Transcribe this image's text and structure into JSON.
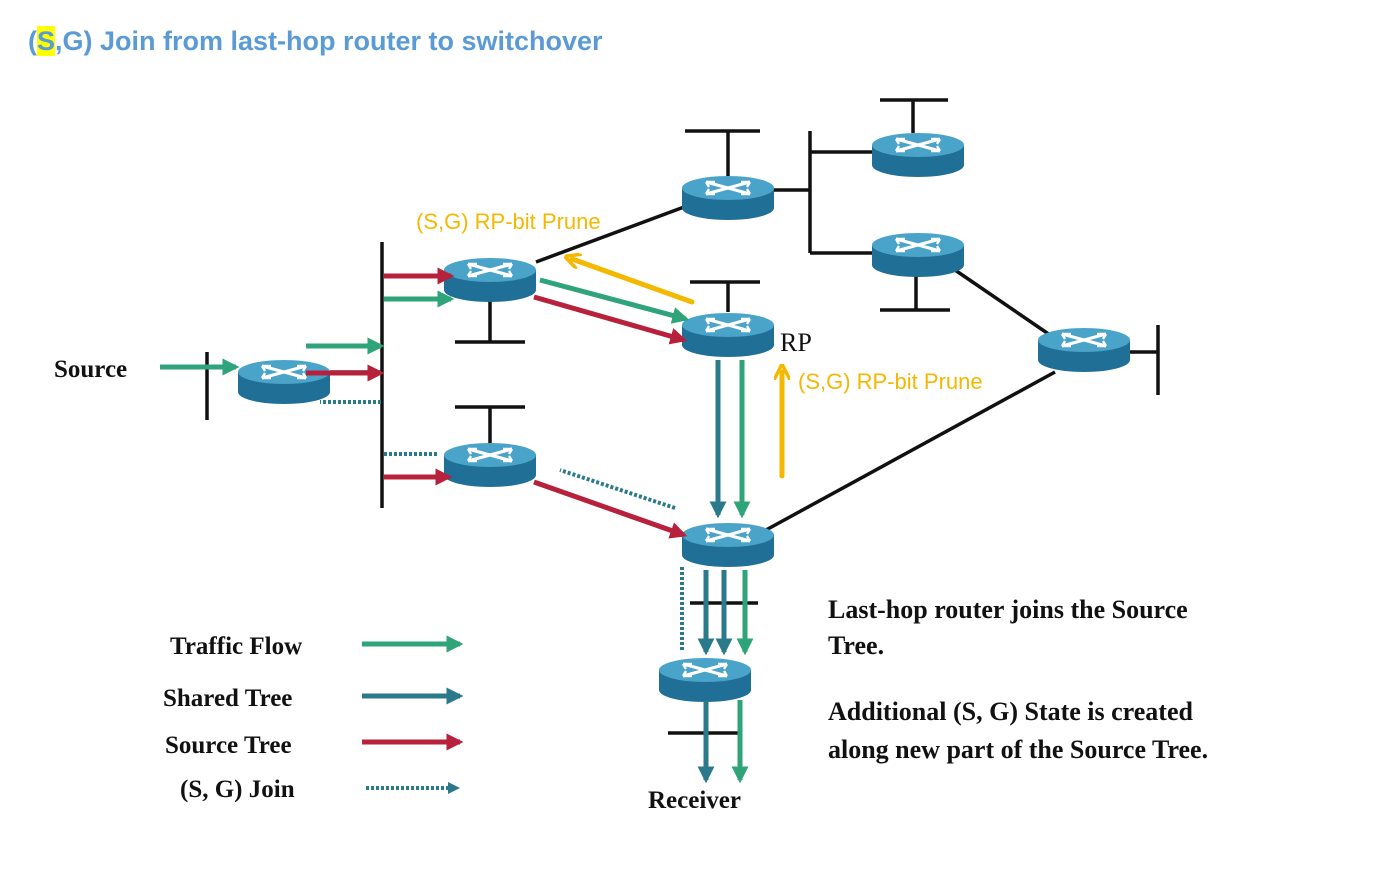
{
  "title": {
    "open": "(",
    "highlight": "S",
    "rest": ",G) Join from last-hop router to switchover"
  },
  "labels": {
    "source": "Source",
    "rp": "RP",
    "receiver": "Receiver",
    "prune_upper": "(S,G) RP-bit Prune",
    "prune_lower": "(S,G) RP-bit Prune"
  },
  "notes": {
    "line1": "Last-hop router joins the Source",
    "line2": "Tree.",
    "line3": "Additional (S, G) State is created",
    "line4": "along new part of the Source Tree."
  },
  "legend": [
    {
      "label": "Traffic Flow",
      "color": "#2fa37a",
      "style": "solid"
    },
    {
      "label": "Shared Tree",
      "color": "#2b7a8c",
      "style": "solid"
    },
    {
      "label": "Source Tree",
      "color": "#b8213c",
      "style": "solid"
    },
    {
      "label": "(S, G) Join",
      "color": "#2b7a8c",
      "style": "dotted"
    }
  ],
  "colors": {
    "title": "#5b9bd5",
    "highlight": "#ffff00",
    "prune": "#f5b800",
    "router_top": "#3d95bd",
    "router_side": "#1f6f96",
    "link": "#111111"
  }
}
